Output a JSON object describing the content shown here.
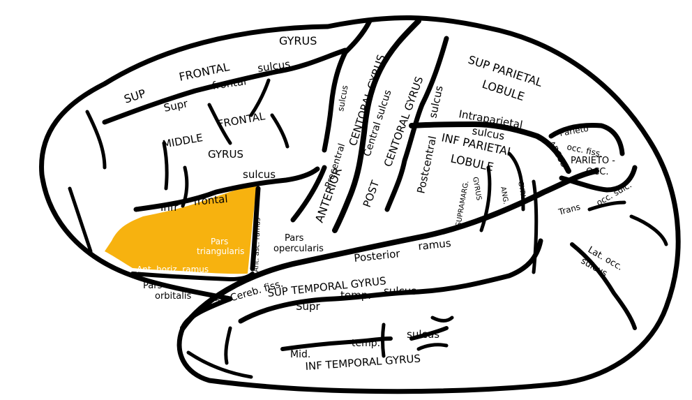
{
  "highlight_color": "#f7b20f",
  "labels": {
    "sup": "SUP",
    "frontal_upper": "FRONTAL",
    "gyrus_top": "GYRUS",
    "supr": "Supr",
    "frontal_sulcus_word": "frontal",
    "sulcus_top": "sulcus",
    "middle": "MIDDLE",
    "frontal_mid": "FRONTAL",
    "gyrus_mid": "GYRUS",
    "infr": "Infr",
    "frontal_infr": "frontal",
    "sulcus_infr": "sulcus",
    "pars_triangularis_1": "Pars",
    "pars_triangularis_2": "triangularis",
    "ant_horiz_ramus": "Ant. horiz. ramus",
    "pars_orbitalis_1": "Pars",
    "pars_orbitalis_2": "orbitalis",
    "ant_asc_ramus": "Ant. asc. ramus",
    "pars_opercularis_1": "Pars",
    "pars_opercularis_2": "opercularis",
    "precentral": "Precentral",
    "anterior": "ANTERIOR",
    "sulcus_precentral": "sulcus",
    "central_gyrus_ant": "CENTORAL GYRUS",
    "central_sulcus": "Central sulcus",
    "post": "POST",
    "central_gyrus_post": "CENTORAL GYRUS",
    "postcentral": "Postcentral",
    "sulcus_postcentral": "sulcus",
    "sup_parietal": "SUP PARIETAL",
    "lobule_top": "LOBULE",
    "intraparietal": "Intraparietal",
    "sulcus_intra": "sulcus",
    "inf_parietal": "INF PARIETAL",
    "lobule_inf": "LOBULE",
    "supramarg": "SUPRAMARG.",
    "gyrus_supra": "GYRUS",
    "ang": "ANG.",
    "gyrus_ang": "GYRUS",
    "parieto": "Parieto",
    "occ_fiss": "occ. fiss.",
    "arcus": "ARCUS",
    "parieto_occ_1": "PARIETO -",
    "parieto_occ_2": "OCC.",
    "trans": "Trans",
    "occ_sulc": "occ. sulc.",
    "lat_occ": "Lat. occ.",
    "sulcus_lat_occ": "sulcus",
    "posterior": "Posterior",
    "ramus": "ramus",
    "lat_cereb_fiss": "Lat. Cereb. fiss.",
    "sup_temporal_gyrus": "SUP TEMPORAL GYRUS",
    "supr_temp": "Supr",
    "temp_word": "temp.",
    "sulcus_temp": "sulcus",
    "mid": "Mid.",
    "temp_mid": "temp.",
    "sulcus_mid": "sulcus",
    "inf_temporal_gyrus": "INF TEMPORAL GYRUS"
  }
}
